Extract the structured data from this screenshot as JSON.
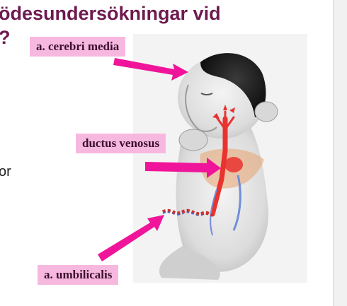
{
  "slide": {
    "title_line1": "ödesundersökningar vid",
    "title_line2": "?",
    "side_text": "or"
  },
  "labels": {
    "cerebri": "a. cerebri media",
    "ductus": "ductus venosus",
    "umbilicalis": "a. umbilicalis"
  },
  "colors": {
    "title": "#6e1a4f",
    "label_bg": "#f7b8df",
    "arrow": "#f0149a",
    "vessel": "#e8332f",
    "liver": "#e7a36c"
  }
}
